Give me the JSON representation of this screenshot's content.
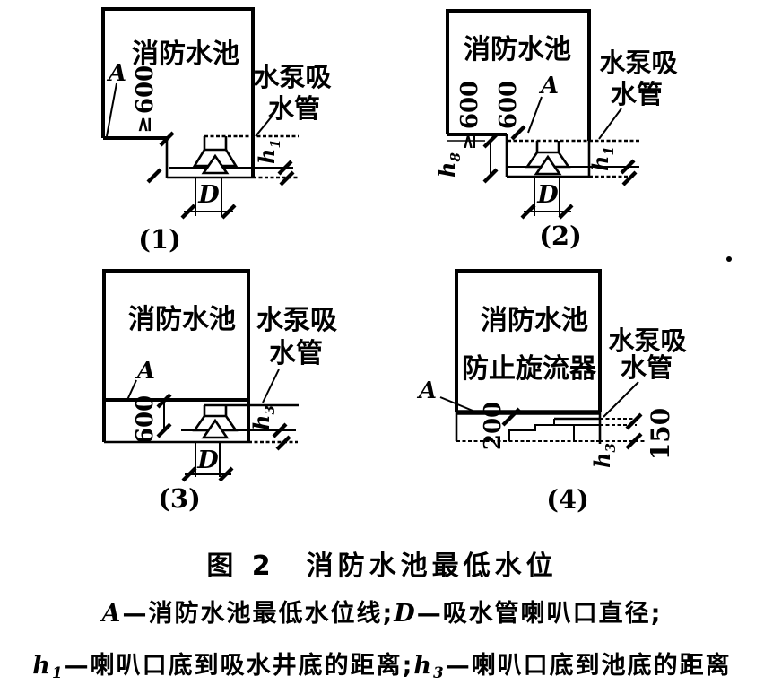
{
  "figure_panels": {
    "p1": {
      "tank": "消防水池",
      "A": "A",
      "dim600": "600",
      "ge": "≥",
      "pump1": "水泵吸",
      "pump2": "水管",
      "h1_sym": "h",
      "h1_sub": "1",
      "D": "D",
      "num": "(1)"
    },
    "p2": {
      "tank": "消防水池",
      "A": "A",
      "dim600a": "600",
      "dim600b": "600",
      "ge": "≥",
      "pump1": "水泵吸",
      "pump2": "水管",
      "h8_sym": "h",
      "h8_sub": "8",
      "h1_sym": "h",
      "h1_sub": "1",
      "D": "D",
      "num": "(2)"
    },
    "p3": {
      "tank": "消防水池",
      "A": "A",
      "dim600": "600",
      "pump1": "水泵吸",
      "pump2": "水管",
      "h3_sym": "h",
      "h3_sub": "3",
      "D": "D",
      "num": "(3)"
    },
    "p4": {
      "tank": "消防水池",
      "device": "防止旋流器",
      "A": "A",
      "dim200": "200",
      "dim150": "150",
      "pump1": "水泵吸",
      "pump2": "水管",
      "h3_sym": "h",
      "h3_sub": "3",
      "num": "(4)"
    }
  },
  "caption": {
    "title": "图 2　消防水池最低水位",
    "legend1": [
      "A",
      "—消防水池最低水位线;",
      "D",
      "—吸水管喇叭口直径;"
    ],
    "legend2": [
      "h",
      "1",
      "—喇叭口底到吸水井底的距离;",
      "h",
      "3",
      "—喇叭口底到池底的距离"
    ]
  },
  "colors": {
    "ink": "#000000",
    "paper": "#ffffff"
  }
}
